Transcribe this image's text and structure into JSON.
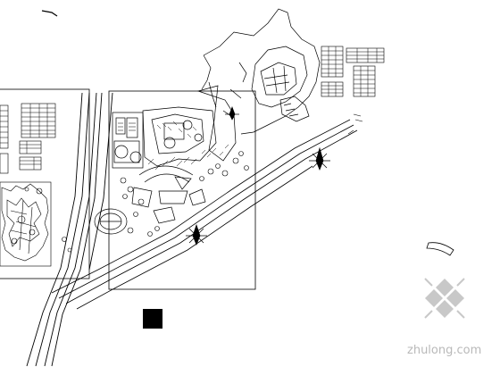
{
  "drawing": {
    "line_color": "#000000",
    "background": "#ffffff",
    "north_arrow_count": 3
  },
  "watermark": {
    "text": "zhulong.com",
    "color": "#b9b9b9",
    "logo": "zhulong-diamond-logo"
  }
}
